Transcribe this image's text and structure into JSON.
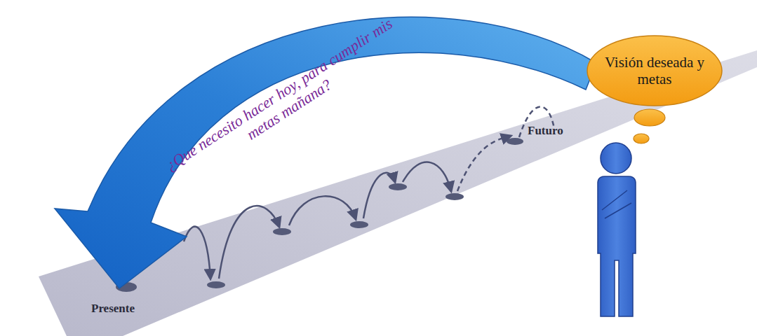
{
  "diagram": {
    "nodes": [
      {
        "text": [
          "Visión deseada y metas"
        ]
      }
    ],
    "labels": [
      "¿Que necesito hacer hoy, para cumplir mis metas mañana?",
      "Futuro",
      "Presente"
    ]
  }
}
